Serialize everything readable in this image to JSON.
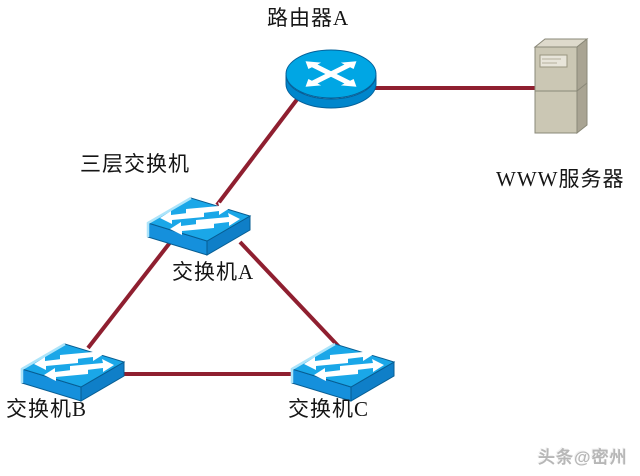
{
  "diagram": {
    "type": "network-topology",
    "nodes": {
      "router_a": {
        "label": "路由器A",
        "type": "router"
      },
      "www_server": {
        "label": "WWW服务器",
        "type": "server"
      },
      "switch_a": {
        "label": "交换机A",
        "type": "layer3-switch",
        "annotation": "三层交换机"
      },
      "switch_b": {
        "label": "交换机B",
        "type": "switch"
      },
      "switch_c": {
        "label": "交换机C",
        "type": "switch"
      }
    },
    "connections": [
      {
        "from": "router_a",
        "to": "www_server"
      },
      {
        "from": "router_a",
        "to": "switch_a"
      },
      {
        "from": "switch_a",
        "to": "switch_b"
      },
      {
        "from": "switch_a",
        "to": "switch_c"
      },
      {
        "from": "switch_b",
        "to": "switch_c"
      }
    ],
    "colors": {
      "link": "#8f1f30",
      "device_blue_top": "#1aa7e8",
      "device_blue_front": "#1590dc",
      "device_blue_side": "#0f7fc8",
      "server_beige": "#cbc7b4"
    },
    "watermark": "头条@密州"
  }
}
